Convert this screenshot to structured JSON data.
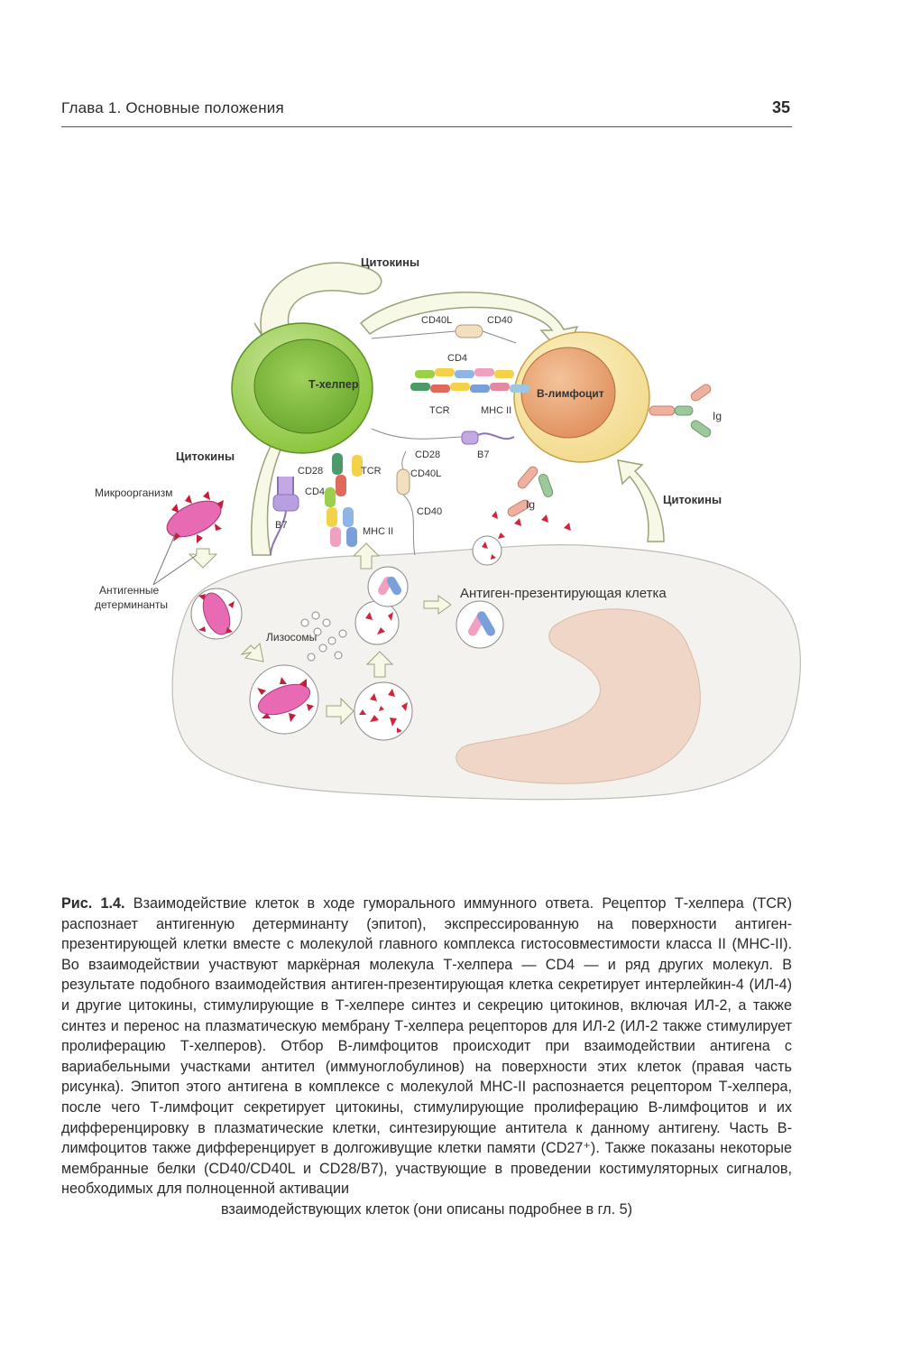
{
  "header": {
    "chapter": "Глава 1. Основные положения",
    "page_number": "35"
  },
  "figure": {
    "labels": {
      "cytokines_top": "Цитокины",
      "cytokines_left": "Цитокины",
      "cytokines_right": "Цитокины",
      "t_helper": "Т-хелпер",
      "b_lymphocyte": "В-лимфоцит",
      "cd40l_top": "CD40L",
      "cd40_top": "CD40",
      "cd4_top": "CD4",
      "tcr_mid": "TCR",
      "mhc_ii_mid": "MHC II",
      "cd28_mid": "CD28",
      "b7_mid": "B7",
      "ig_right": "Ig",
      "ig_lower": "Ig",
      "cd28_low": "CD28",
      "cd4_low": "CD4",
      "b7_low": "B7",
      "tcr_low": "TCR",
      "cd40l_low": "CD40L",
      "cd40_low": "CD40",
      "mhc_ii_low": "MHC II",
      "microorganism": "Микроорганизм",
      "antigenic_determinants_1": "Антигенные",
      "antigenic_determinants_2": "детерминанты",
      "lysosomes": "Лизосомы",
      "apc": "Антиген-презентирующая клетка"
    },
    "colors": {
      "t_helper": "#8cc63f",
      "b_cell": "#e8a070",
      "apc_cell": "#f3f2ee",
      "nucleus": "#f0d6c6",
      "arrow": "#f7f8e6"
    }
  },
  "caption": {
    "figure_number": "Рис. 1.4.",
    "text": "Взаимодействие клеток в ходе гуморального иммунного ответа. Рецептор Т-хелпера (TCR) распознает антигенную детерминанту (эпитоп), экспрессированную на поверхности антиген-презентирующей клетки вместе с молекулой главного комплекса гистосовместимости класса II (MHC-II). Во взаимодействии участвуют маркёрная молекула Т-хелпера — CD4 — и ряд других молекул. В результате подобного взаимодействия антиген-презентирующая клетка секретирует интерлейкин-4 (ИЛ-4) и другие цитокины, стимулирующие в Т-хелпере синтез и секрецию цитокинов, включая ИЛ-2, а также синтез и перенос на плазматическую мембрану Т-хелпера рецепторов для ИЛ-2 (ИЛ-2 также стимулирует пролиферацию Т-хелперов). Отбор В-лимфоцитов происходит при взаимодействии антигена с вариабельными участками антител (иммуноглобулинов) на поверхности этих клеток (правая часть рисунка). Эпитоп этого антигена в комплексе с молекулой MHC-II распознается рецептором Т-хелпера, после чего Т-лимфоцит секретирует цитокины, стимулирующие пролиферацию В-лимфоцитов и их дифференцировку в плазматические клетки, синтезирующие антитела к данному антигену. Часть В-лимфоцитов также дифференцирует в долгоживущие клетки памяти (CD27⁺). Также показаны некоторые мембранные белки (CD40/CD40L и CD28/B7), участвующие в проведении костимуляторных сигналов, необходимых для полноценной активации",
    "last_line": "взаимодействующих клеток (они описаны подробнее в гл. 5)"
  }
}
